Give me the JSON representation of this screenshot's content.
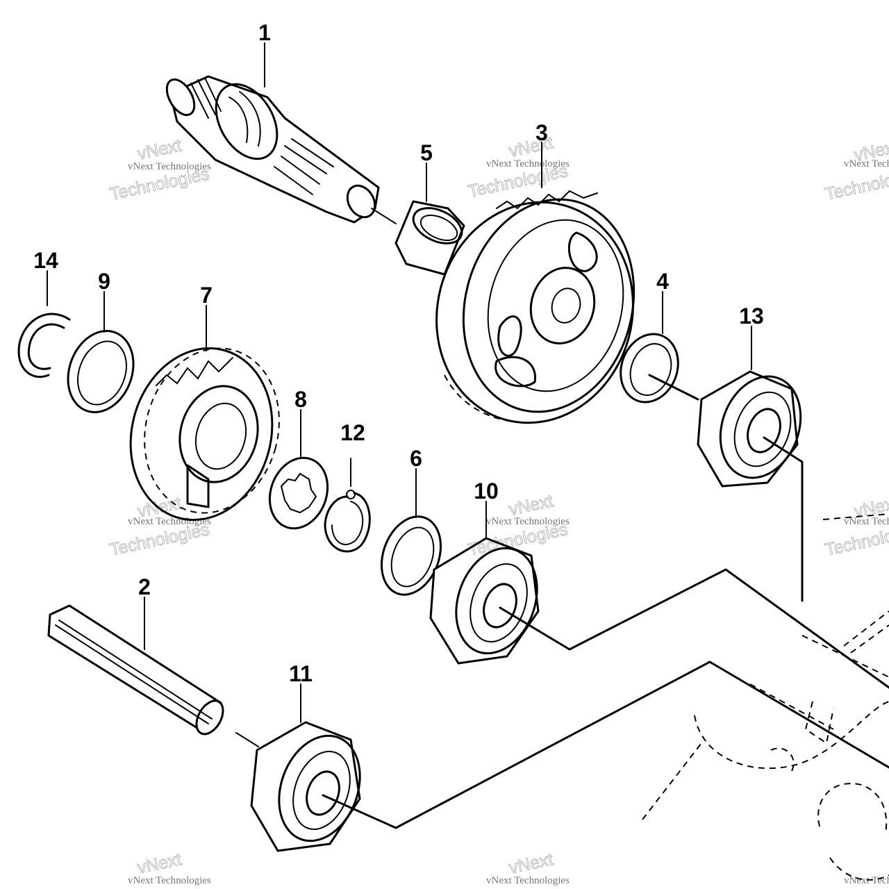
{
  "diagram": {
    "callouts": [
      "1",
      "2",
      "3",
      "4",
      "5",
      "6",
      "7",
      "8",
      "9",
      "10",
      "11",
      "12",
      "13",
      "14"
    ],
    "watermark": {
      "line1": "vNext Technologies",
      "line2": "vNext",
      "line3": "Technologies"
    }
  }
}
